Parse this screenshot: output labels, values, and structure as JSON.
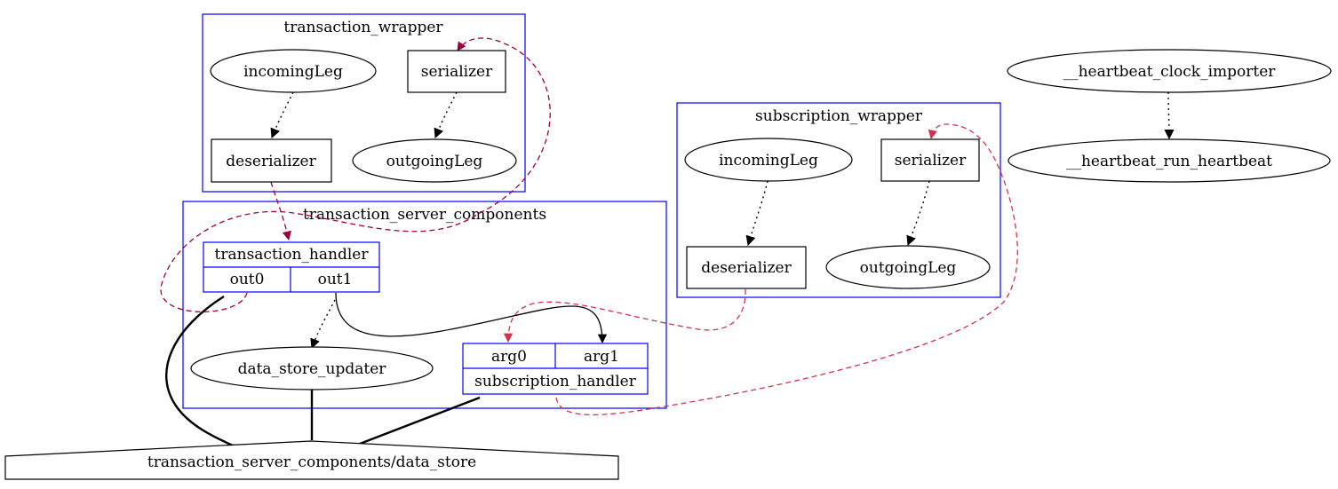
{
  "colors": {
    "cluster": "#0000ff",
    "edge_dashed_1": "#a0003c",
    "edge_dashed_2": "#d0344a",
    "edge": "#000000"
  },
  "clusters": {
    "transaction_wrapper": {
      "label": "transaction_wrapper"
    },
    "subscription_wrapper": {
      "label": "subscription_wrapper"
    },
    "transaction_server_components": {
      "label": "transaction_server_components"
    }
  },
  "nodes": {
    "tw_incoming": "incomingLeg",
    "tw_serializer": "serializer",
    "tw_deserializer": "deserializer",
    "tw_outgoing": "outgoingLeg",
    "sw_incoming": "incomingLeg",
    "sw_serializer": "serializer",
    "sw_deserializer": "deserializer",
    "sw_outgoing": "outgoingLeg",
    "heartbeat_importer": "__heartbeat_clock_importer",
    "heartbeat_run": "__heartbeat_run_heartbeat",
    "data_store_updater": "data_store_updater",
    "data_store": "transaction_server_components/data_store"
  },
  "transaction_handler": {
    "title": "transaction_handler",
    "ports": [
      "out0",
      "out1"
    ]
  },
  "subscription_handler": {
    "ports": [
      "arg0",
      "arg1"
    ],
    "title": "subscription_handler"
  }
}
